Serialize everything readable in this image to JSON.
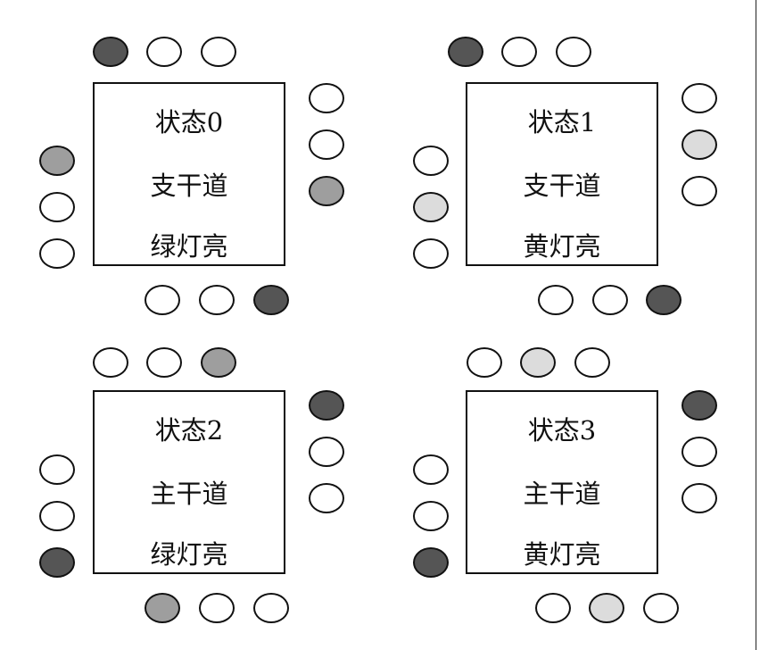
{
  "colors": {
    "dark": "#555555",
    "medium": "#9e9e9e",
    "light": "#dcdcdc",
    "off": "#ffffff",
    "outline": "#111111"
  },
  "states": [
    {
      "title": "状态0",
      "road": "支干道",
      "light": "绿灯亮",
      "lamps": {
        "top": [
          "dark",
          "off",
          "off"
        ],
        "right": [
          "off",
          "off",
          "medium"
        ],
        "left": [
          "medium",
          "off",
          "off"
        ],
        "bottom": [
          "off",
          "off",
          "dark"
        ]
      }
    },
    {
      "title": "状态1",
      "road": "支干道",
      "light": "黄灯亮",
      "lamps": {
        "top": [
          "dark",
          "off",
          "off"
        ],
        "right": [
          "off",
          "light",
          "off"
        ],
        "left": [
          "off",
          "light",
          "off"
        ],
        "bottom": [
          "off",
          "off",
          "dark"
        ]
      }
    },
    {
      "title": "状态2",
      "road": "主干道",
      "light": "绿灯亮",
      "lamps": {
        "top": [
          "off",
          "off",
          "medium"
        ],
        "right": [
          "dark",
          "off",
          "off"
        ],
        "left": [
          "off",
          "off",
          "dark"
        ],
        "bottom": [
          "medium",
          "off",
          "off"
        ]
      }
    },
    {
      "title": "状态3",
      "road": "主干道",
      "light": "黄灯亮",
      "lamps": {
        "top": [
          "off",
          "light",
          "off"
        ],
        "right": [
          "dark",
          "off",
          "off"
        ],
        "left": [
          "off",
          "off",
          "dark"
        ],
        "bottom": [
          "off",
          "light",
          "off"
        ]
      }
    }
  ]
}
